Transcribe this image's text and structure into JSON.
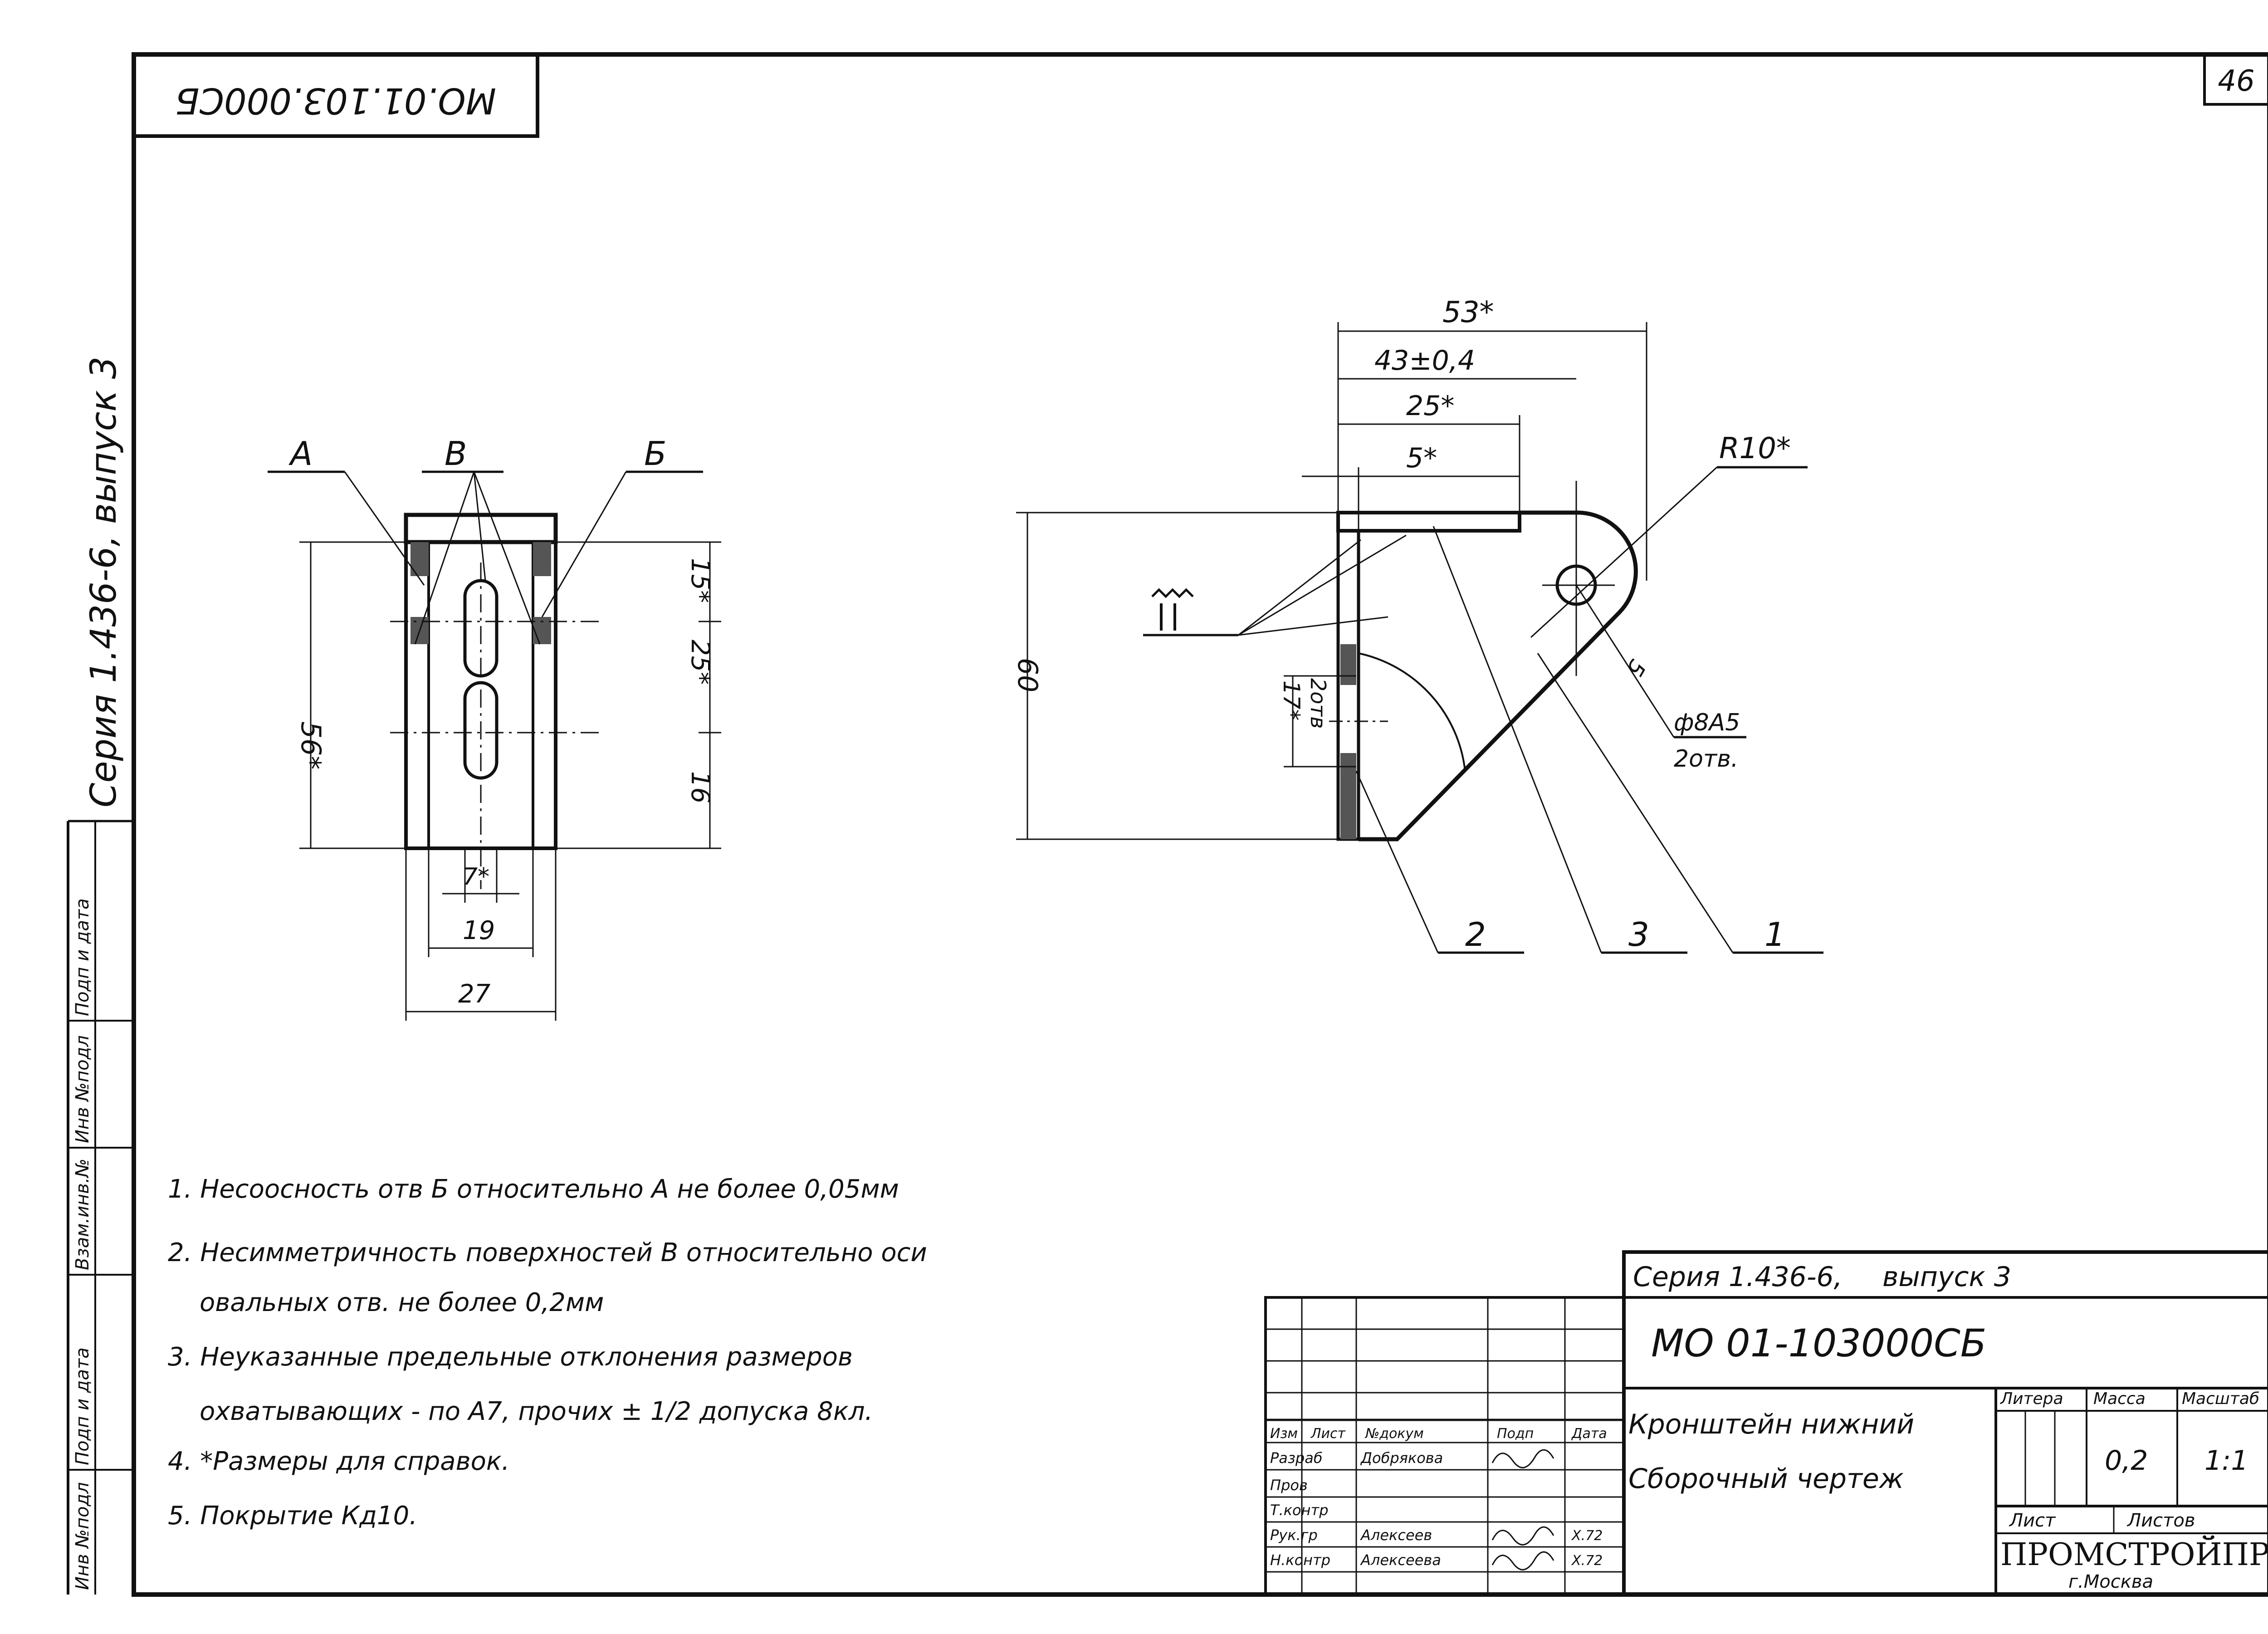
{
  "sheet": {
    "page_number": "46",
    "top_stamp": "МО.01.103.000СБ",
    "series_vertical": "Серия 1.436-6, выпуск 3"
  },
  "left_strip": {
    "fields": [
      "Подп и дата",
      "Инв №подл",
      "Взам.инв.№",
      "Подп и дата",
      "Инв №подл"
    ]
  },
  "front_view": {
    "labels": {
      "a": "А",
      "v": "В",
      "b": "Б"
    },
    "dims": {
      "height_total": "56*",
      "top_offset": "15*",
      "slot_spacing": "25*",
      "bottom_offset": "16",
      "slot_width": "7*",
      "inner_width": "19",
      "outer_width": "27"
    }
  },
  "side_view": {
    "dims": {
      "d53": "53*",
      "d43": "43±0,4",
      "d25": "25*",
      "d5": "5*",
      "height": "60",
      "radius": "R10*",
      "hole": "ф8А5",
      "hole_count": "2отв.",
      "d17": "17*",
      "d17_count": "2отв",
      "chamfer": "5"
    },
    "item_numbers": [
      "2",
      "3",
      "1"
    ]
  },
  "notes": [
    "1. Несоосность отв Б относительно А не более 0,05мм",
    "2. Несимметричность поверхностей В относительно оси",
    "овальных отв. не более 0,2мм",
    "3. Неуказанные предельные отклонения размеров",
    "охватывающих - по А7, прочих ± 1/2 допуска 8кл.",
    "4. *Размеры для справок.",
    "5. Покрытие Кд10."
  ],
  "title_block": {
    "series": "Серия 1.436-6,",
    "issue": "выпуск 3",
    "designation": "МО 01-103000СБ",
    "name_line1": "Кронштейн нижний",
    "name_line2": "Сборочный чертеж",
    "col_litera": "Литера",
    "col_mass": "Масса",
    "col_scale": "Масштаб",
    "mass": "0,2",
    "scale": "1:1",
    "sheet_label": "Лист",
    "sheets_label": "Листов",
    "org": "ПРОМСТРОЙПРОЕКТ",
    "city": "г.Москва",
    "header": [
      "Изм",
      "Лист",
      "№докум",
      "Подп",
      "Дата"
    ],
    "roles": [
      "Разраб",
      "Пров",
      "Т.контр",
      "Рук.гр",
      "Н.контр"
    ],
    "names": [
      "Добрякова",
      "",
      "",
      "Алексеев",
      "Алексеева"
    ],
    "dates": [
      "",
      "",
      "",
      "X.72",
      "X.72"
    ]
  }
}
